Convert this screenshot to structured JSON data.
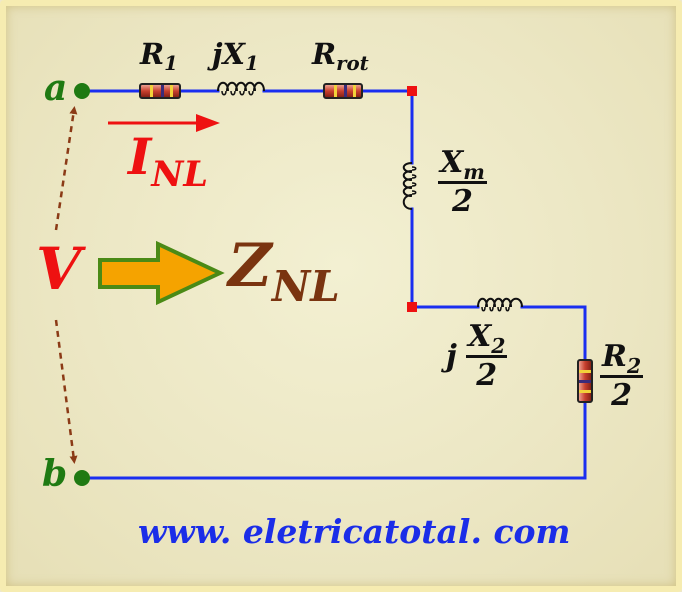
{
  "colors": {
    "wire": "#1a2ef0",
    "node": "#1f7a12",
    "junction": "#ee1111",
    "voltage": "#ee1111",
    "current": "#ee1111",
    "impedance": "#7a3410",
    "arrow_fill": "#f5a300",
    "arrow_border": "#4a8a16",
    "dashed_arrow": "#8b3a16",
    "url": "#1b2de8",
    "text": "#111111"
  },
  "terminals": {
    "a": "a",
    "b": "b"
  },
  "labels": {
    "r1": {
      "main": "R",
      "sub": "1"
    },
    "jx1": {
      "main": "jX",
      "sub": "1"
    },
    "rrot": {
      "main": "R",
      "sub": "rot"
    },
    "xm": {
      "num_main": "X",
      "num_sub": "m",
      "den": "2"
    },
    "jx2": {
      "prefix": "j",
      "num_main": "X",
      "num_sub": "2",
      "den": "2"
    },
    "r2": {
      "num_main": "R",
      "num_sub": "2",
      "den": "2"
    }
  },
  "current": {
    "main": "I",
    "sub": "NL"
  },
  "voltage": "V",
  "impedance": {
    "main": "Z",
    "sub": "NL"
  },
  "url": "www. eletricatotal. com",
  "icons": [
    "resistor-icon",
    "inductor-icon",
    "block-arrow-icon",
    "dashed-arrow-icon"
  ]
}
